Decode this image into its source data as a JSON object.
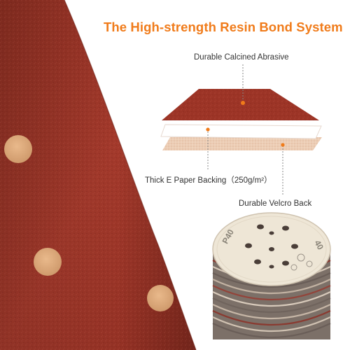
{
  "title": "The High-strength Resin Bond System",
  "callouts": {
    "abrasive": "Durable Calcined Abrasive",
    "paper": "Thick E Paper Backing（250g/m²）",
    "velcro": "Durable Velcro Back"
  },
  "disc_grade": {
    "left": "P40",
    "right": "40"
  },
  "colors": {
    "title": "#f07b1a",
    "marker": "#f07b1a",
    "abrasive": "#9c3426",
    "paper": "#ffffff",
    "velcro": "#ebcbb3",
    "disc_face": "#eee6d6"
  }
}
